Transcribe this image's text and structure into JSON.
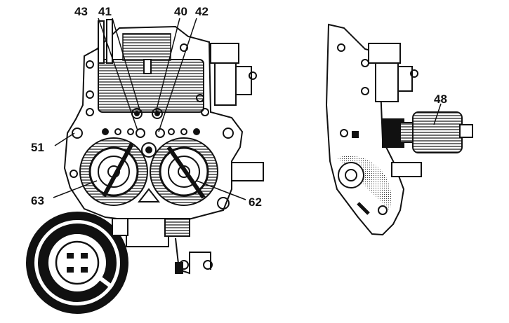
{
  "labels": {
    "l43": "43",
    "l41": "41",
    "l40": "40",
    "l42": "42",
    "l51": "51",
    "l63": "63",
    "l62": "62",
    "l48": "48"
  }
}
